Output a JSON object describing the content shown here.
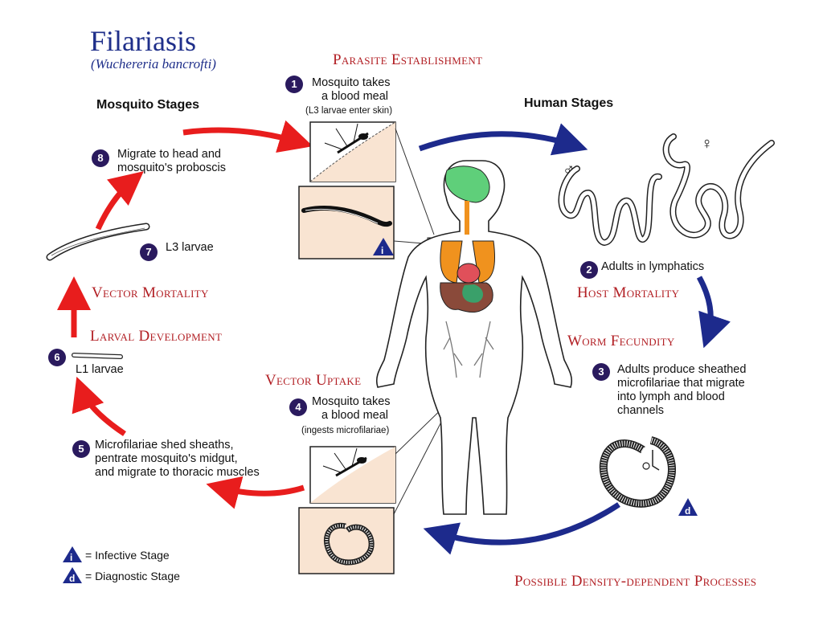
{
  "title": "Filariasis",
  "subtitle": "(Wuchereria bancrofti)",
  "sections": {
    "mosquito": "Mosquito Stages",
    "human": "Human Stages"
  },
  "processes": {
    "parasite_establishment": "Parasite Establishment",
    "host_mortality": "Host Mortality",
    "worm_fecundity": "Worm Fecundity",
    "vector_uptake": "Vector Uptake",
    "vector_mortality": "Vector Mortality",
    "larval_development": "Larval Development",
    "density_dependent": "Possible Density-dependent Processes"
  },
  "steps": [
    {
      "num": "1",
      "line1": "Mosquito takes",
      "line2": "a blood meal",
      "note": "(L3 larvae enter skin)"
    },
    {
      "num": "2",
      "line1": "Adults in lymphatics"
    },
    {
      "num": "3",
      "line1": "Adults produce sheathed",
      "line2": "microfilariae that migrate",
      "line3": "into lymph and blood",
      "line4": "channels"
    },
    {
      "num": "4",
      "line1": "Mosquito takes",
      "line2": "a blood meal",
      "note": "(ingests microfilariae)"
    },
    {
      "num": "5",
      "line1": "Microfilariae shed sheaths,",
      "line2": "pentrate mosquito's midgut,",
      "line3": "and migrate to thoracic muscles"
    },
    {
      "num": "6",
      "line1": "L1 larvae"
    },
    {
      "num": "7",
      "line1": "L3 larvae"
    },
    {
      "num": "8",
      "line1": "Migrate to head and",
      "line2": "mosquito's proboscis"
    }
  ],
  "markers": {
    "male": "♂",
    "female": "♀",
    "infective": "i",
    "diagnostic": "d"
  },
  "legend": {
    "infective": "= Infective Stage",
    "diagnostic": "= Diagnostic Stage"
  },
  "colors": {
    "title": "#1f2f8a",
    "process": "#b21f24",
    "red_arrow": "#e81d1d",
    "blue_arrow": "#1d2a8c",
    "badge": "#2a1a5e",
    "panel": "#f9e4d2",
    "brain": "#5fcf7a",
    "organs": "#f0921e",
    "heart": "#e0505a"
  }
}
